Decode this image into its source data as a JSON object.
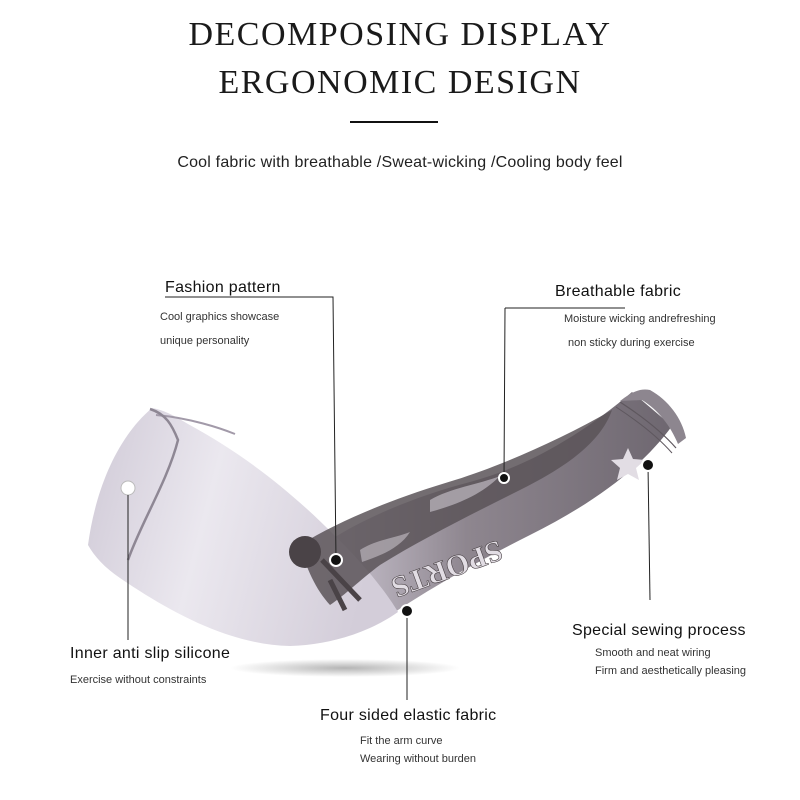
{
  "header": {
    "title_line1": "DECOMPOSING DISPLAY",
    "title_line2": "ERGONOMIC DESIGN",
    "subtitle": "Cool fabric with breathable /Sweat-wicking /Cooling body feel"
  },
  "sleeve": {
    "print_text": "SPORTS"
  },
  "callouts": {
    "fashion_pattern": {
      "title": "Fashion pattern",
      "lines": [
        "Cool graphics showcase",
        "unique personality"
      ]
    },
    "breathable_fabric": {
      "title": "Breathable fabric",
      "lines": [
        "Moisture wicking andrefreshing",
        "non sticky during exercise"
      ]
    },
    "inner_silicone": {
      "title": "Inner anti slip silicone",
      "lines": [
        "Exercise without constraints"
      ]
    },
    "sewing_process": {
      "title": "Special sewing process",
      "lines": [
        "Smooth and neat wiring",
        "Firm and aesthetically pleasing"
      ]
    },
    "elastic_fabric": {
      "title": "Four sided elastic fabric",
      "lines": [
        "Fit the arm curve",
        "Wearing without burden"
      ]
    }
  },
  "colors": {
    "sleeve_light": "#e9e6ee",
    "sleeve_mid": "#b7b0bf",
    "sleeve_dark": "#6d6670",
    "print_dark": "#4a4347",
    "text": "#111111"
  }
}
